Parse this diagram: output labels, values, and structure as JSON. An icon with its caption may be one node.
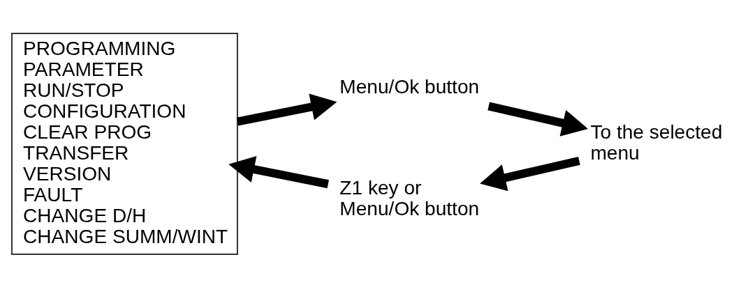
{
  "diagram": {
    "nodes": [
      {
        "text": [
          "PROGRAMMING",
          "PARAMETER",
          "RUN/STOP",
          "CONFIGURATION",
          "CLEAR PROG",
          "TRANSFER",
          "VERSION",
          "FAULT",
          "CHANGE D/H",
          "CHANGE SUMM/WINT"
        ]
      },
      {
        "text": [
          "Menu/Ok button"
        ]
      },
      {
        "text": [
          "To the selected menu"
        ]
      },
      {
        "text": [
          "Z1 key or Menu/Ok button"
        ]
      }
    ],
    "edges": [
      {
        "from": 0,
        "to": 1,
        "arrow": "to"
      },
      {
        "from": 1,
        "to": 2,
        "arrow": "to"
      },
      {
        "from": 2,
        "to": 3,
        "arrow": "to"
      },
      {
        "from": 3,
        "to": 0,
        "arrow": "to"
      }
    ]
  }
}
